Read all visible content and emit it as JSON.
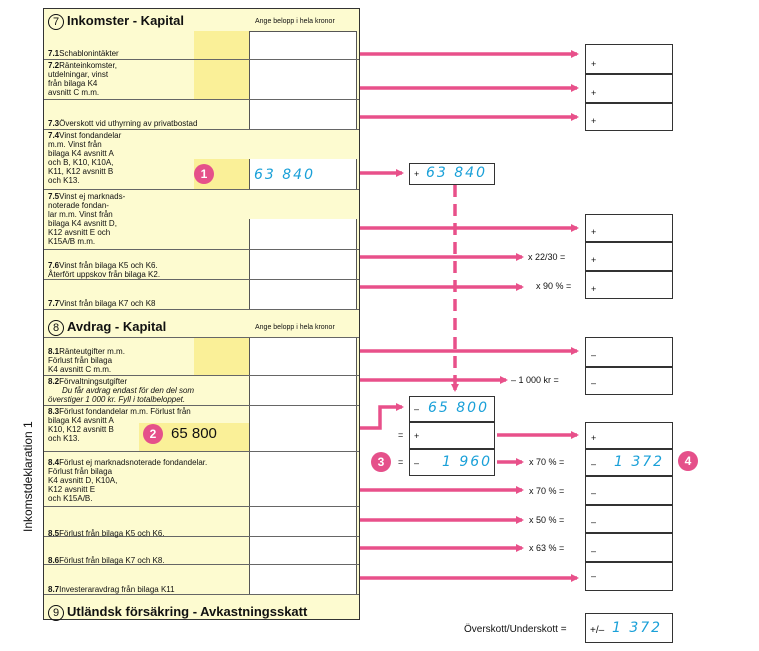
{
  "side_label": "Inkomstdeklaration 1",
  "section7": {
    "num": "7",
    "title": "Inkomster - Kapital",
    "note": "Ange belopp i hela kronor",
    "rows": [
      {
        "code": "7.1",
        "text": "Schablonintäkter"
      },
      {
        "code": "7.2",
        "text": "Ränteinkomster,\nutdelningar, vinst\nfrån bilaga K4\navsnitt C m.m."
      },
      {
        "code": "7.3",
        "text": "Överskott vid uthyrning av privatbostad"
      },
      {
        "code": "7.4",
        "text": "Vinst fondandelar\nm.m. Vinst från\nbilaga K4 avsnitt A\noch B, K10, K10A,\nK11, K12 avsnitt B\noch K13."
      },
      {
        "code": "7.5",
        "text": "Vinst ej marknads-\nnoterade fondan-\nlar m.m. Vinst från\nbilaga K4 avsnitt D,\nK12 avsnitt E och\nK15A/B m.m."
      },
      {
        "code": "7.6",
        "text": "Vinst från bilaga K5 och K6.\nÅterfört uppskov från bilaga K2."
      },
      {
        "code": "7.7",
        "text": "Vinst från bilaga K7 och K8"
      }
    ]
  },
  "section8": {
    "num": "8",
    "title": "Avdrag - Kapital",
    "note": "Ange belopp i hela kronor",
    "rows": [
      {
        "code": "8.1",
        "text": "Ränteutgifter m.m.\nFörlust från bilaga\nK4 avsnitt C m.m."
      },
      {
        "code": "8.2",
        "text": "Förvaltningsutgifter",
        "italic": "Du får avdrag endast för den del som\növerstiger 1 000 kr. Fyll i totalbeloppet."
      },
      {
        "code": "8.3",
        "text": "Förlust fondandelar m.m. Förlust från\nbilaga K4 avsnitt A\nK10, K12 avsnitt B\noch K13."
      },
      {
        "code": "8.4",
        "text": "Förlust ej marknadsnoterade fondandelar.\nFörlust från bilaga\nK4 avsnitt D, K10A,\nK12 avsnitt E\noch K15A/B."
      },
      {
        "code": "8.5",
        "text": "Förlust från bilaga K5 och K6."
      },
      {
        "code": "8.6",
        "text": "Förlust från bilaga K7 och K8."
      },
      {
        "code": "8.7",
        "text": "Investeraravdrag från bilaga K11"
      }
    ]
  },
  "section9": {
    "num": "9",
    "title": "Utländsk försäkring - Avkastningsskatt"
  },
  "values": {
    "gain_7_4": "63 840",
    "loss_8_3": "65 800",
    "mid_gain": "63 840",
    "mid_loss": "65 800",
    "mid_net": "1 960",
    "result_70": "1 372",
    "final": "1 372"
  },
  "labels": {
    "plus": "+",
    "minus": "–",
    "eq": "=",
    "plusminus": "+/–",
    "m_22_30": "x 22/30 =",
    "m_90": "x 90 % =",
    "m_1000": "– 1 000 kr =",
    "m_70": "x 70 % =",
    "m_70b": "x 70 % =",
    "m_50": "x 50 % =",
    "m_63": "x 63 % =",
    "summary": "Överskott/Underskott ="
  },
  "badges": [
    "1",
    "2",
    "3",
    "4"
  ],
  "colors": {
    "arrow": "#e8508a",
    "handwriting": "#1aa0d8",
    "form_bg": "#fdfbd0",
    "field_yellow": "#faf098"
  }
}
